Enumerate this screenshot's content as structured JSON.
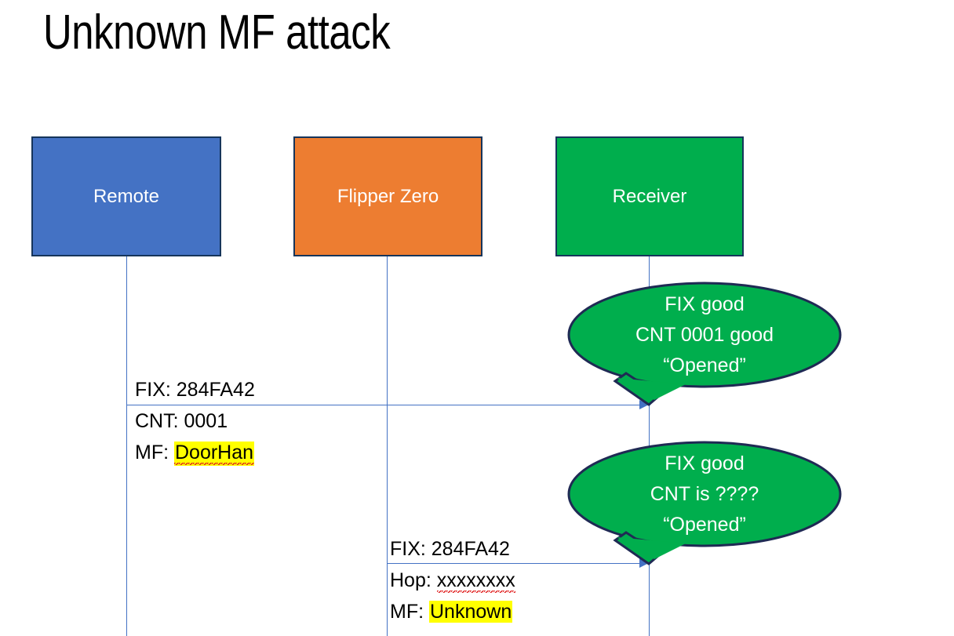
{
  "slide": {
    "title": "Unknown MF attack",
    "background": "#FFFFFF"
  },
  "colors": {
    "remote_fill": "#4472C4",
    "flipper_fill": "#ED7D31",
    "receiver_fill": "#00AE4D",
    "box_border": "#16355B",
    "lifeline": "#4472C4",
    "callout_fill": "#00AE4D",
    "callout_border": "#1F2A54",
    "highlight": "#FFFF00",
    "spellcheck_underline": "#E02020"
  },
  "actors": [
    {
      "id": "remote",
      "label": "Remote"
    },
    {
      "id": "flipper",
      "label": "Flipper Zero"
    },
    {
      "id": "receiver",
      "label": "Receiver"
    }
  ],
  "messages": [
    {
      "id": "msg-1",
      "from": "remote",
      "to": "receiver",
      "line1": "FIX: 284FA42",
      "line2": "CNT: 0001",
      "line3_prefix": "MF: ",
      "line3_value": "DoorHan",
      "line3_highlighted": true,
      "line3_misspelled": true
    },
    {
      "id": "msg-2",
      "from": "flipper",
      "to": "receiver",
      "line1": "FIX: 284FA42",
      "line2_prefix": "Hop: ",
      "line2_value": "xxxxxxxx",
      "line2_misspelled": true,
      "line3_prefix": "MF: ",
      "line3_value": "Unknown",
      "line3_highlighted": true,
      "line3_misspelled": false
    }
  ],
  "callouts": [
    {
      "id": "callout-1",
      "attached_to": "receiver",
      "line1": "FIX good",
      "line2": "CNT 0001 good",
      "line3": "“Opened”"
    },
    {
      "id": "callout-2",
      "attached_to": "receiver",
      "line1": "FIX good",
      "line2": "CNT is ????",
      "line3": "“Opened”"
    }
  ]
}
